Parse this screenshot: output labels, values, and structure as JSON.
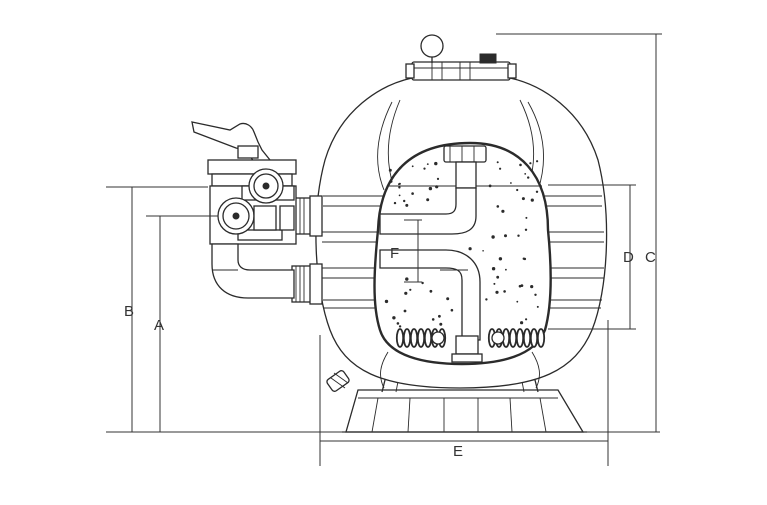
{
  "diagram": {
    "dimension_labels": {
      "a": "A",
      "b": "B",
      "c": "C",
      "d": "D",
      "e": "E",
      "f": "F"
    },
    "colors": {
      "line": "#2b2b2b",
      "background": "#ffffff"
    }
  }
}
